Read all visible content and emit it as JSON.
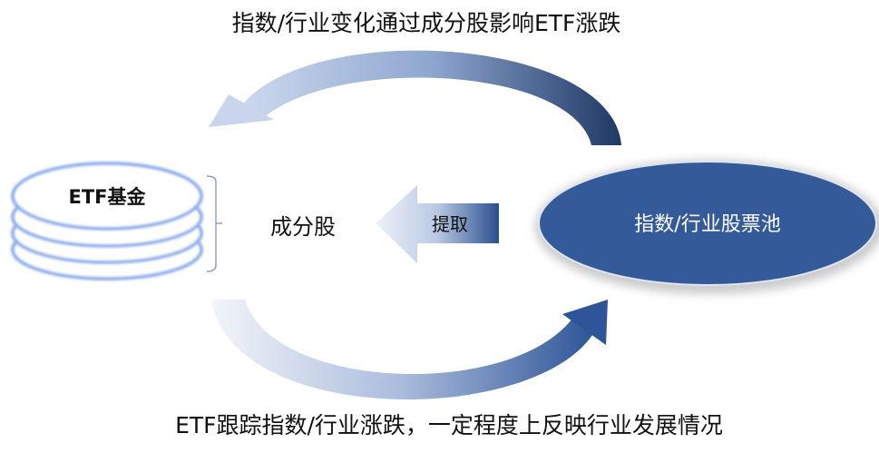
{
  "top_caption": "指数/行业变化通过成分股影响ETF涨跌",
  "bottom_caption": "ETF跟踪指数/行业涨跌，一定程度上反映行业发展情况",
  "etf_fund_label": "ETF基金",
  "constituents_label": "成分股",
  "extract_label": "提取",
  "stock_pool_label": "指数/行业股票池",
  "colors": {
    "pool_fill": "#355a9a",
    "arrow_dark": "#1f3864",
    "arrow_light": "#d6e0f0",
    "disk_stroke": "#8fb0ee"
  }
}
